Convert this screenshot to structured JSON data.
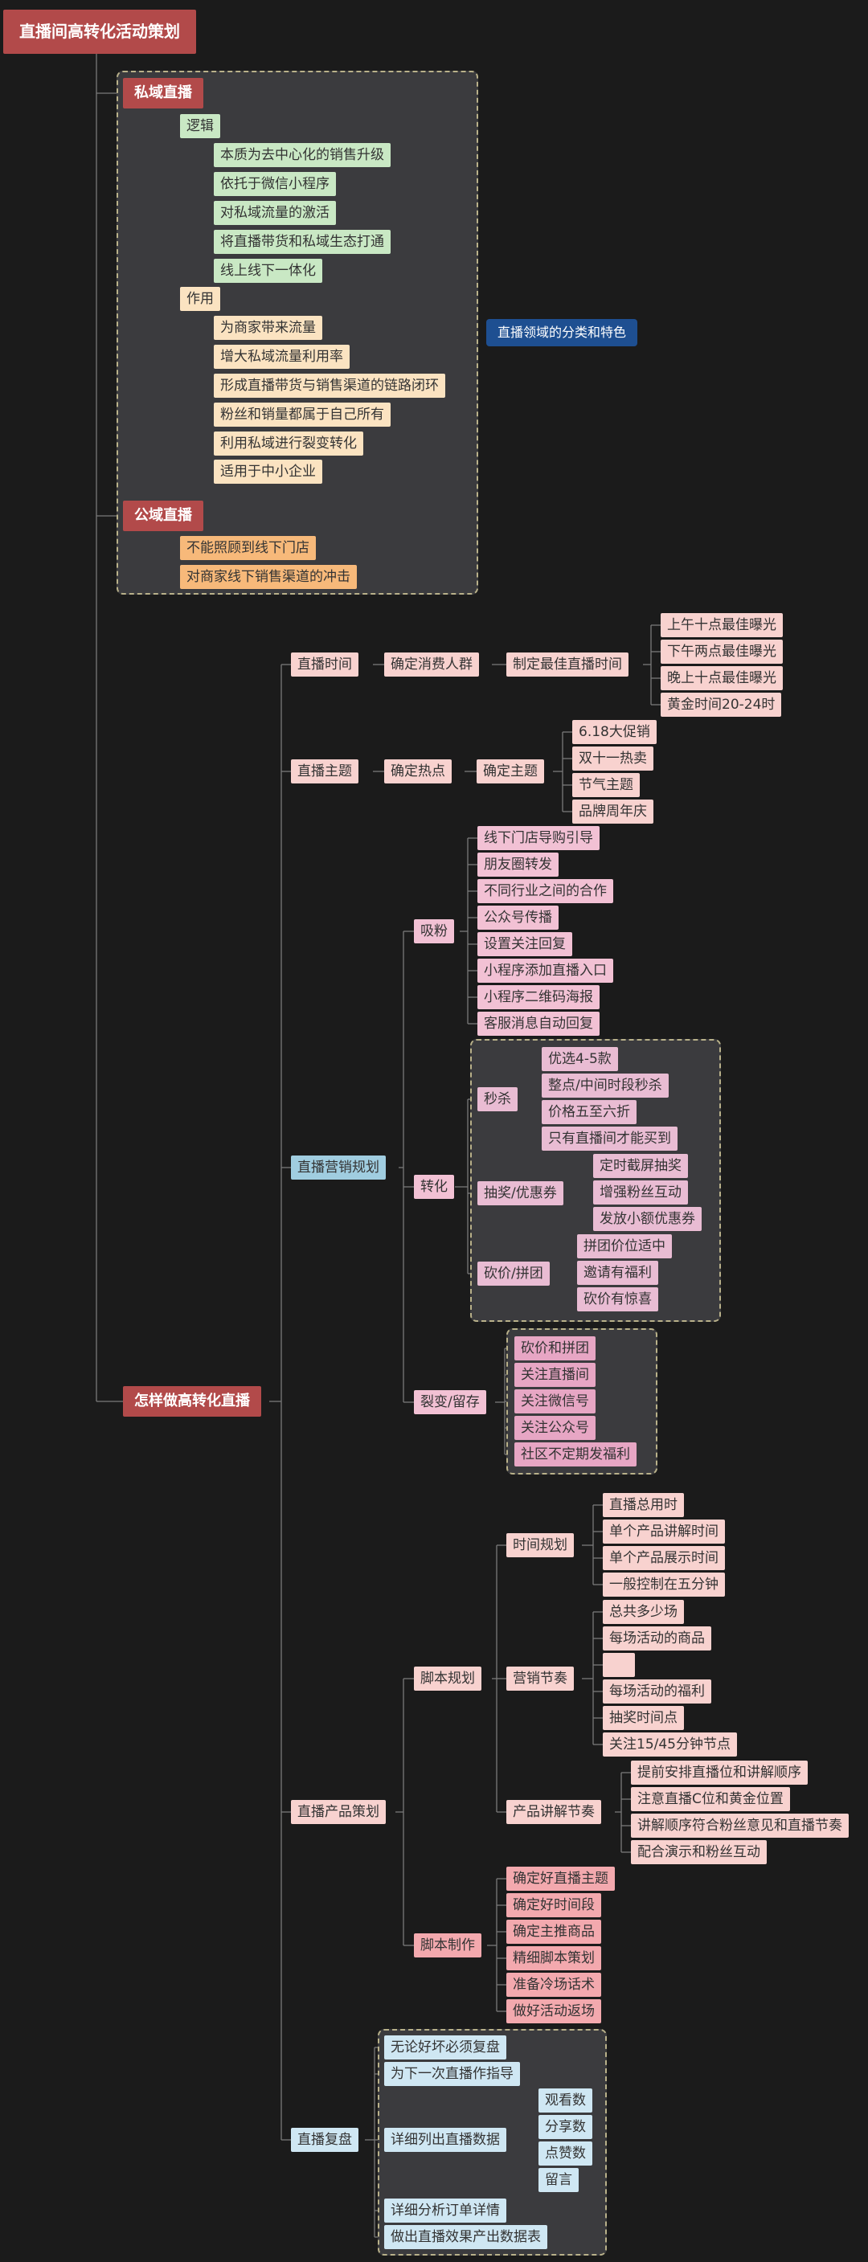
{
  "title": "直播间高转化活动策划",
  "floating_topic": "直播领域的分类和特色",
  "private": {
    "label": "私域直播",
    "logic": {
      "label": "逻辑",
      "items": [
        "本质为去中心化的销售升级",
        "依托于微信小程序",
        "对私域流量的激活",
        "将直播带货和私域生态打通",
        "线上线下一体化"
      ]
    },
    "effect": {
      "label": "作用",
      "items": [
        "为商家带来流量",
        "增大私域流量利用率",
        "形成直播带货与销售渠道的链路闭环",
        "粉丝和销量都属于自己所有",
        "利用私域进行裂变转化",
        "适用于中小企业"
      ]
    }
  },
  "public": {
    "label": "公域直播",
    "items": [
      "不能照顾到线下门店",
      "对商家线下销售渠道的冲击"
    ]
  },
  "how": {
    "label": "怎样做高转化直播",
    "time": {
      "label": "直播时间",
      "audience": "确定消费人群",
      "best": "制定最佳直播时间",
      "items": [
        "上午十点最佳曝光",
        "下午两点最佳曝光",
        "晚上十点最佳曝光",
        "黄金时间20-24时"
      ]
    },
    "theme": {
      "label": "直播主题",
      "hot": "确定热点",
      "topic": "确定主题",
      "items": [
        "6.18大促销",
        "双十一热卖",
        "节气主题",
        "品牌周年庆"
      ]
    },
    "marketing": {
      "label": "直播营销规划",
      "attract": {
        "label": "吸粉",
        "items": [
          "线下门店导购引导",
          "朋友圈转发",
          "不同行业之间的合作",
          "公众号传播",
          "设置关注回复",
          "小程序添加直播入口",
          "小程序二维码海报",
          "客服消息自动回复"
        ]
      },
      "convert": {
        "label": "转化",
        "flash": {
          "label": "秒杀",
          "items": [
            "优选4-5款",
            "整点/中间时段秒杀",
            "价格五至六折",
            "只有直播间才能买到"
          ]
        },
        "lottery": {
          "label": "抽奖/优惠券",
          "items": [
            "定时截屏抽奖",
            "增强粉丝互动",
            "发放小额优惠券"
          ]
        },
        "group": {
          "label": "砍价/拼团",
          "items": [
            "拼团价位适中",
            "邀请有福利",
            "砍价有惊喜"
          ]
        }
      },
      "fission": {
        "label": "裂变/留存",
        "items": [
          "砍价和拼团",
          "关注直播间",
          "关注微信号",
          "关注公众号",
          "社区不定期发福利"
        ]
      }
    },
    "product": {
      "label": "直播产品策划",
      "script": {
        "label": "脚本规划",
        "timeplan": {
          "label": "时间规划",
          "items": [
            "直播总用时",
            "单个产品讲解时间",
            "单个产品展示时间",
            "一般控制在五分钟"
          ]
        },
        "rhythm": {
          "label": "营销节奏",
          "items": [
            "总共多少场",
            "每场活动的商品",
            "",
            "每场活动的福利",
            "抽奖时间点",
            "关注15/45分钟节点"
          ]
        },
        "explain": {
          "label": "产品讲解节奏",
          "items": [
            "提前安排直播位和讲解顺序",
            "注意直播C位和黄金位置",
            "讲解顺序符合粉丝意见和直播节奏",
            "配合演示和粉丝互动"
          ]
        }
      },
      "make": {
        "label": "脚本制作",
        "items": [
          "确定好直播主题",
          "确定好时间段",
          "确定主推商品",
          "精细脚本策划",
          "准备冷场话术",
          "做好活动返场"
        ]
      }
    },
    "review": {
      "label": "直播复盘",
      "items_top": [
        "无论好坏必须复盘",
        "为下一次直播作指导"
      ],
      "data": {
        "label": "详细列出直播数据",
        "items": [
          "观看数",
          "分享数",
          "点赞数",
          "留言"
        ]
      },
      "items_bottom": [
        "详细分析订单详情",
        "做出直播效果产出数据表"
      ]
    }
  }
}
